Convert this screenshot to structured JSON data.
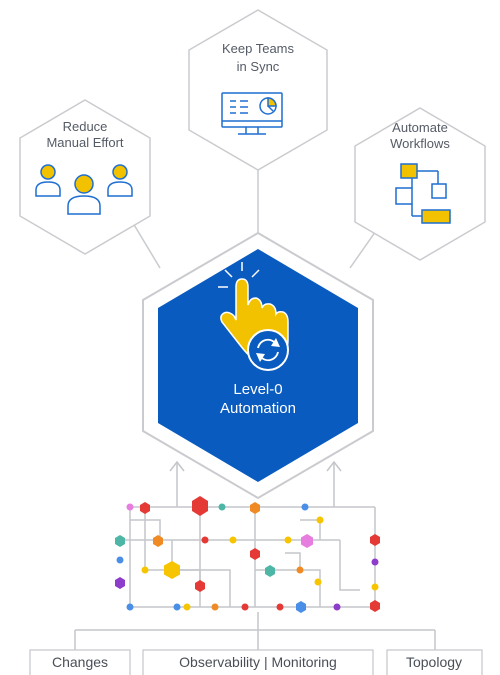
{
  "top_hexagons": [
    {
      "id": "reduce",
      "line1": "Reduce",
      "line2": "Manual Effort",
      "icon": "people-icon"
    },
    {
      "id": "sync",
      "line1": "Keep Teams",
      "line2": "in Sync",
      "icon": "monitor-dashboard-icon"
    },
    {
      "id": "automate",
      "line1": "Automate",
      "line2": "Workflows",
      "icon": "workflow-flowchart-icon"
    }
  ],
  "center": {
    "line1": "Level-0",
    "line2": "Automation",
    "icon": "tap-finger-refresh-icon"
  },
  "sources": [
    "Changes",
    "Observability | Monitoring",
    "Topology"
  ],
  "colors": {
    "accent_blue": "#0a5bbf",
    "icon_yellow": "#f2c200",
    "icon_outline": "#1f6fd1",
    "hex_stroke": "#c9cbcf",
    "network_line": "#c4c6ca",
    "node_red": "#e53935",
    "node_orange": "#f08a24",
    "node_yellow": "#f7c500",
    "node_teal": "#4db6a6",
    "node_blue": "#4a8fe7",
    "node_purple": "#8e3ccb",
    "node_pink": "#e87de0"
  }
}
